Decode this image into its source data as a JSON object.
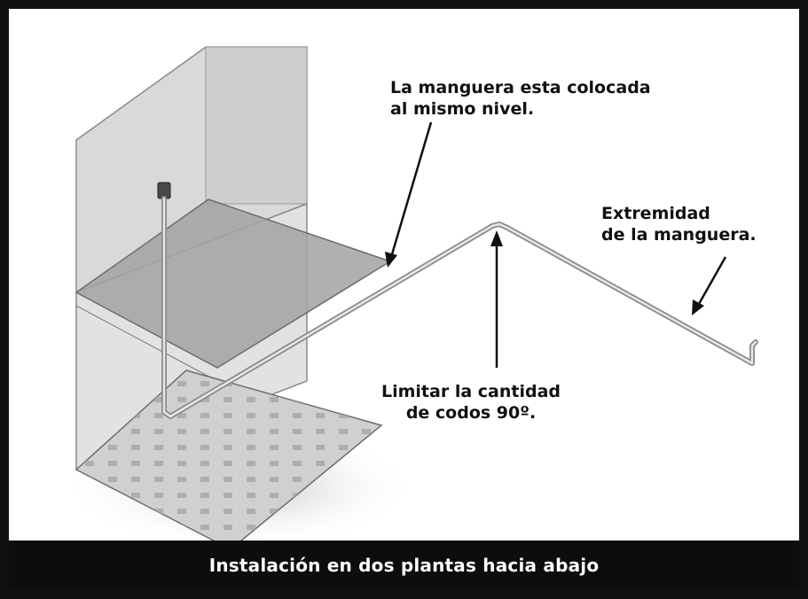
{
  "diagram": {
    "labels": {
      "hose_level": [
        "La manguera esta colocada",
        "al mismo nivel."
      ],
      "elbows": [
        "Limitar la cantidad",
        "de codos 90º."
      ],
      "hose_end": [
        "Extremidad",
        "de la manguera."
      ]
    },
    "caption": "Instalación en dos plantas hacia abajo",
    "colors": {
      "frame": "#111111",
      "caption_bg": "#0d0d0d",
      "caption_text": "#ffffff",
      "wall": "#d6d6d6",
      "floor": "#9b9b9b",
      "hose": "#bdbdbd"
    }
  }
}
